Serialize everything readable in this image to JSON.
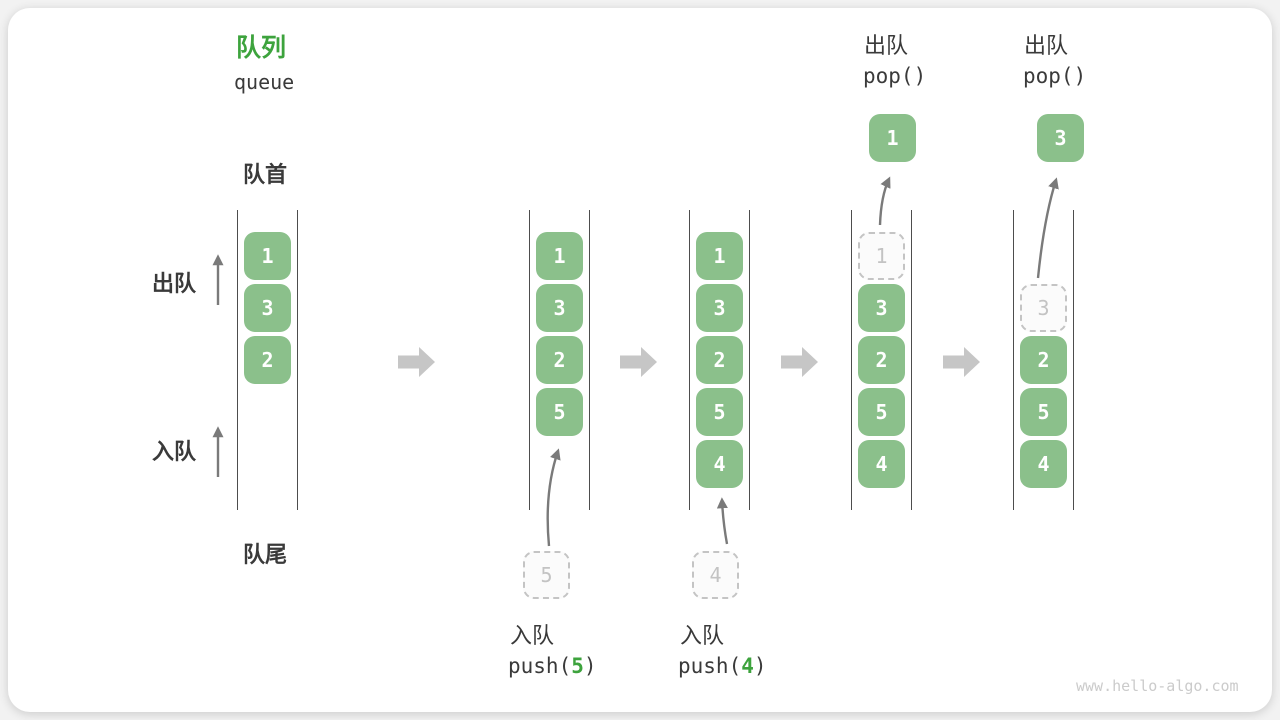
{
  "title": {
    "zh": "队列",
    "en": "queue"
  },
  "side_labels": {
    "front": "队首",
    "rear": "队尾",
    "dequeue": "出队",
    "enqueue": "入队"
  },
  "watermark": "www.hello-algo.com",
  "colors": {
    "item_green": "#8bc08b",
    "accent_green": "#3da33d",
    "rail_dark": "#4d4d4d",
    "ghost_gray": "#c4c4c4",
    "thin_arrow_gray": "#7a7a7a",
    "block_arrow_gray": "#c6c6c6",
    "text_dark": "#3a3a3a",
    "watermark_gray": "#cbcbcb"
  },
  "states": [
    {
      "name": "initial",
      "boxes": [
        "1",
        "3",
        "2"
      ]
    },
    {
      "name": "after-push-5",
      "boxes": [
        "1",
        "3",
        "2",
        "5"
      ],
      "incoming": "5",
      "op_zh": "入队",
      "op_pre": "push(",
      "op_arg": "5",
      "op_post": ")"
    },
    {
      "name": "after-push-4",
      "boxes": [
        "1",
        "3",
        "2",
        "5",
        "4"
      ],
      "incoming": "4",
      "op_zh": "入队",
      "op_pre": "push(",
      "op_arg": "4",
      "op_post": ")"
    },
    {
      "name": "pop-1",
      "ghost": "1",
      "boxes": [
        "3",
        "2",
        "5",
        "4"
      ],
      "outgoing": "1",
      "op_zh": "出队",
      "op_code": "pop()"
    },
    {
      "name": "pop-3",
      "ghost": "3",
      "boxes": [
        "2",
        "5",
        "4"
      ],
      "outgoing": "3",
      "op_zh": "出队",
      "op_code": "pop()"
    }
  ]
}
